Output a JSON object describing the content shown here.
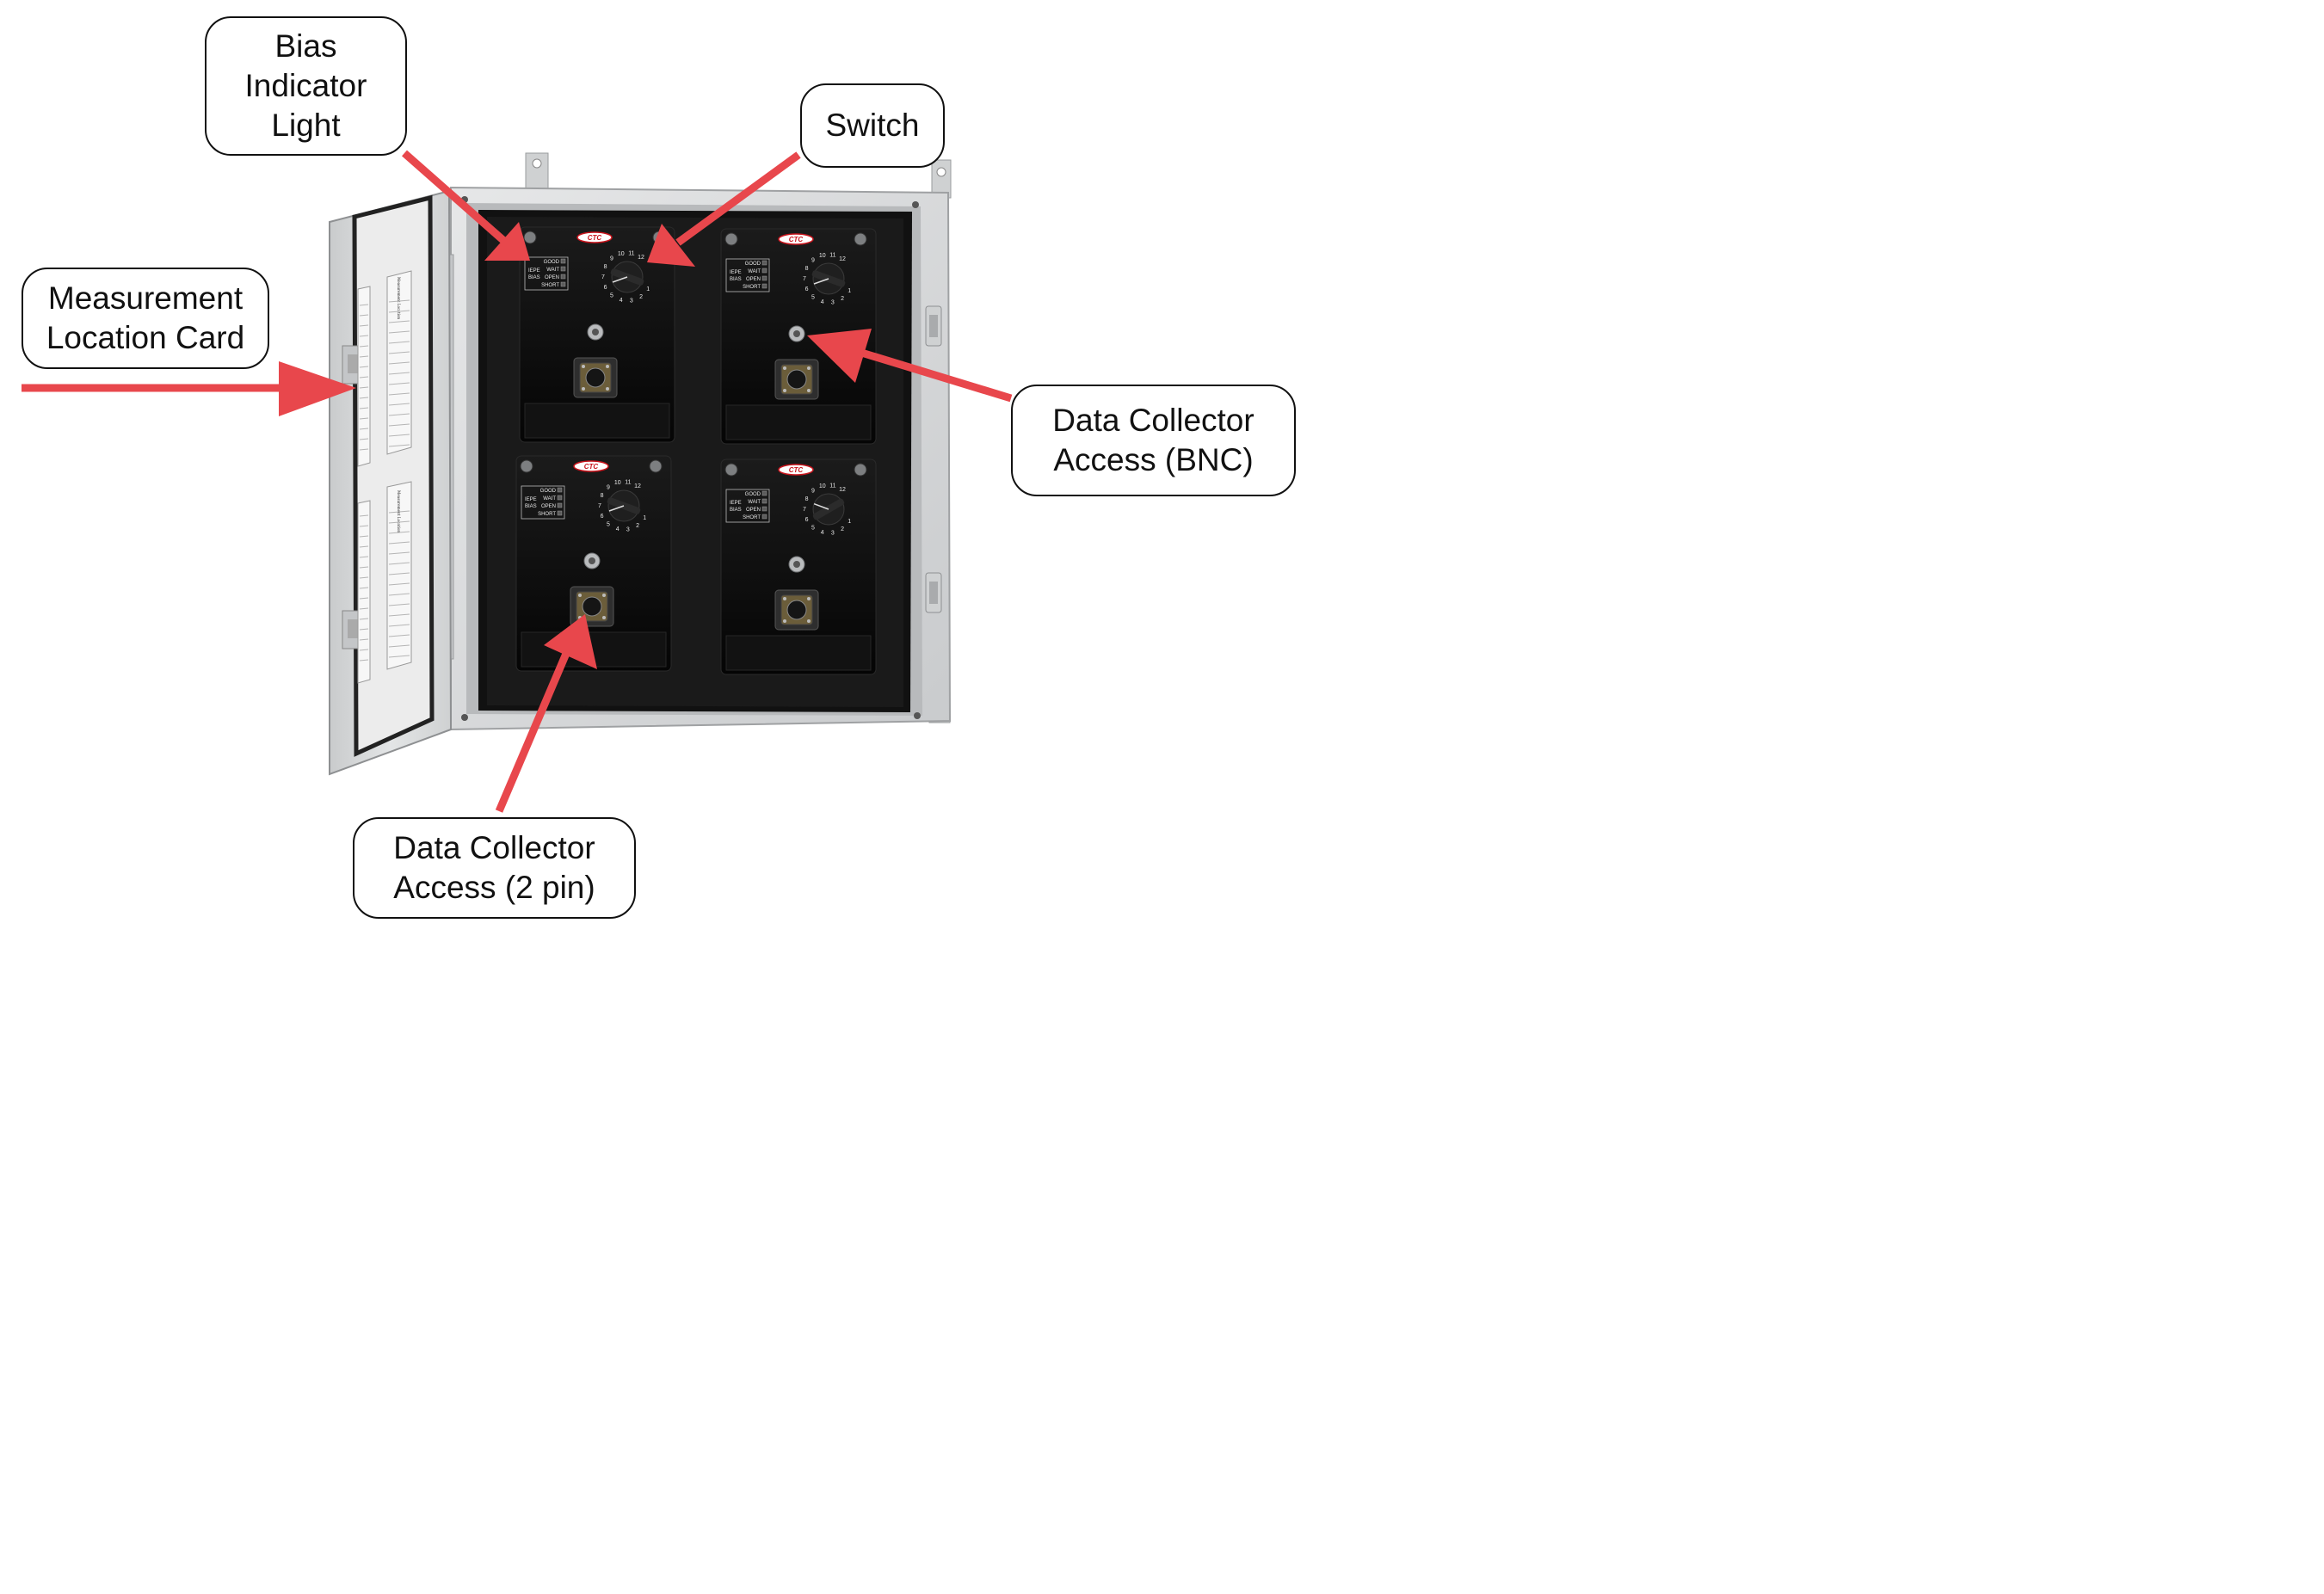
{
  "callouts": {
    "bias_indicator": [
      "Bias",
      "Indicator",
      "Light"
    ],
    "switch": [
      "Switch"
    ],
    "measurement_location_card": [
      "Measurement",
      "Location Card"
    ],
    "data_collector_bnc": [
      "Data Collector",
      "Access (BNC)"
    ],
    "data_collector_2pin": [
      "Data Collector",
      "Access (2 pin)"
    ]
  },
  "module": {
    "logo": "CTC",
    "bias_group": [
      "IEPE",
      "BIAS"
    ],
    "indicator_states": [
      "GOOD",
      "WAIT",
      "OPEN",
      "SHORT"
    ],
    "dial_positions": [
      "1",
      "2",
      "3",
      "4",
      "5",
      "6",
      "7",
      "8",
      "9",
      "10",
      "11",
      "12"
    ]
  },
  "door_card_headers": [
    "Measurement Location",
    "Measurement Location"
  ],
  "colors": {
    "arrow": "#e8474c",
    "enclosure": "#d9dbdc",
    "module_body": "#0d0d0d",
    "callout_border": "#111111"
  }
}
